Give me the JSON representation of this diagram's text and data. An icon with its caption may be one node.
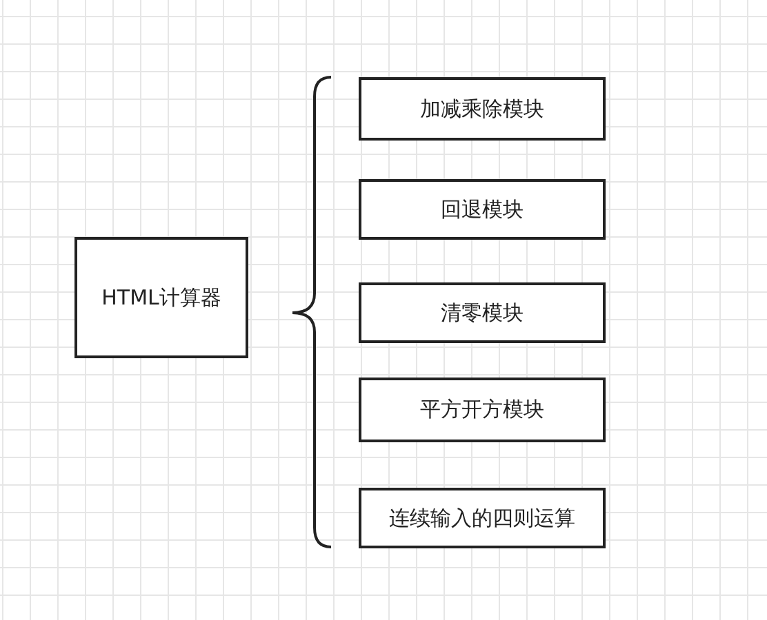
{
  "diagram": {
    "nodes": [
      {
        "text": [
          "HTML计算器"
        ]
      },
      {
        "text": [
          "加减乘除模块"
        ]
      },
      {
        "text": [
          "回退模块"
        ]
      },
      {
        "text": [
          "清零模块"
        ]
      },
      {
        "text": [
          "平方开方模块"
        ]
      },
      {
        "text": [
          "连续输入的四则运算"
        ]
      }
    ]
  }
}
